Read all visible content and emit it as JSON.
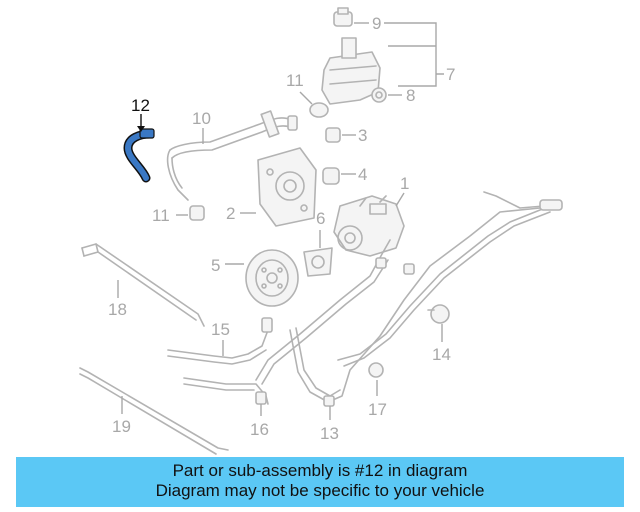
{
  "diagram": {
    "highlight_color": "#3a78c4",
    "callouts": {
      "c1": "1",
      "c2": "2",
      "c3": "3",
      "c4": "4",
      "c5": "5",
      "c6": "6",
      "c7": "7",
      "c8": "8",
      "c9": "9",
      "c10": "10",
      "c11a": "11",
      "c11b": "11",
      "c12": "12",
      "c13": "13",
      "c14": "14",
      "c15": "15",
      "c16": "16",
      "c17": "17",
      "c18": "18",
      "c19": "19"
    }
  },
  "banner": {
    "line1": "Part or sub-assembly is #12 in diagram",
    "line2": "Diagram may not be specific to your vehicle",
    "color": "#5bc8f5"
  }
}
